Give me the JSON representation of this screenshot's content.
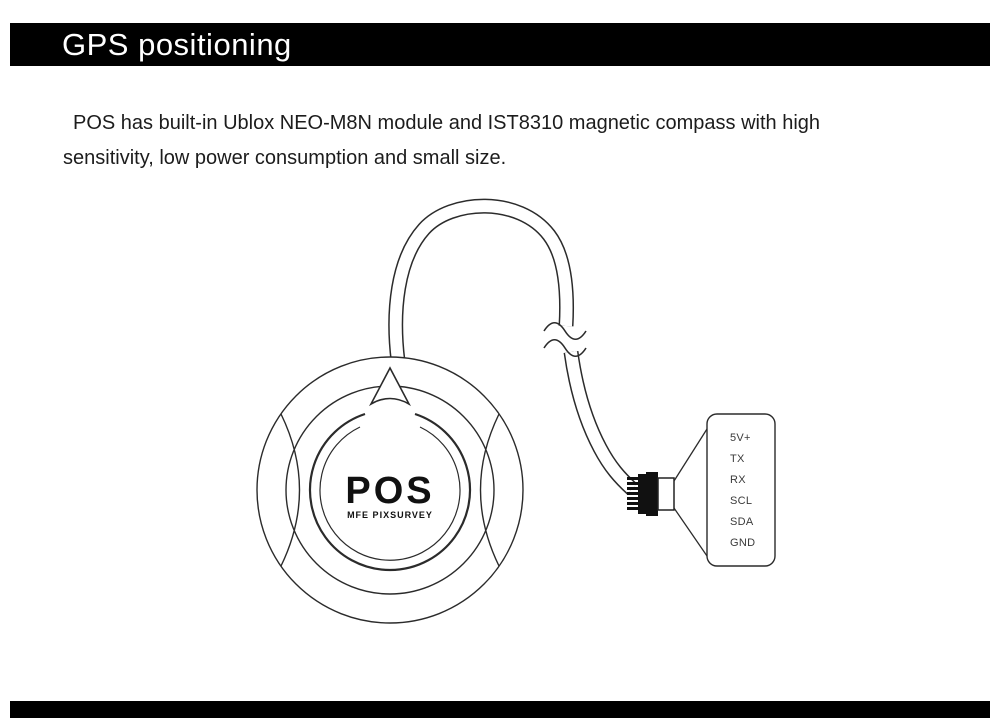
{
  "header": {
    "title": "GPS positioning"
  },
  "intro": {
    "line1": "POS has built-in Ublox NEO-M8N module and IST8310 magnetic compass with high",
    "line2": "sensitivity, low power consumption and small size."
  },
  "device": {
    "logo": "POS",
    "brand": "MFE PIXSURVEY"
  },
  "pinout": {
    "pins": [
      "5V+",
      "TX",
      "RX",
      "SCL",
      "SDA",
      "GND"
    ]
  },
  "colors": {
    "bar_background": "#000000",
    "bar_text": "#ffffff",
    "line_ink": "#2b2b2b"
  }
}
